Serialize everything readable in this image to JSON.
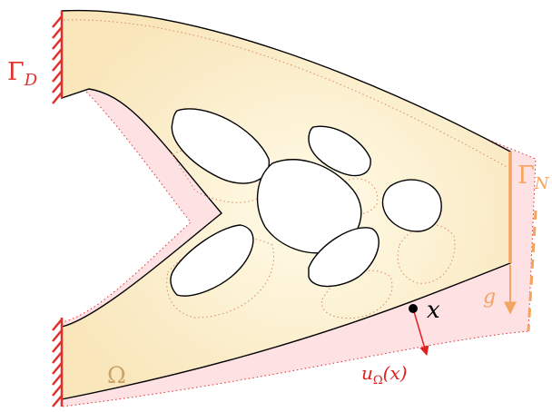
{
  "labels": {
    "gamma_d": {
      "main": "Γ",
      "sub": "D"
    },
    "gamma_n": {
      "main": "Γ",
      "sub": "N"
    },
    "omega": "Ω",
    "point_x": "x",
    "load_g": "g",
    "displacement": {
      "main": "u",
      "sub": "Ω",
      "arg": "(x)"
    }
  },
  "colors": {
    "shape_fill": "#faecc6",
    "shape_stroke": "#000000",
    "deformed_fill": "#fde1e3",
    "deformed_stroke": "#e03030",
    "boundary_dirichlet": "#e0302a",
    "boundary_neumann": "#f4a460",
    "ghost_outline": "#d98a60",
    "hole_fill": "#ffffff",
    "displacement_arrow": "#e02020"
  }
}
